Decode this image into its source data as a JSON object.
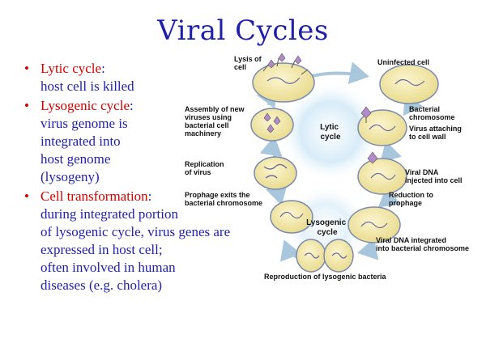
{
  "title": "Viral Cycles",
  "bullets": [
    {
      "head": "Lytic cycle",
      "tail": ":",
      "lines": [
        "host cell is killed"
      ]
    },
    {
      "head": "Lysogenic cycle",
      "tail": ":",
      "lines": [
        "virus genome is",
        "integrated into",
        "host genome",
        "(lysogeny)"
      ]
    },
    {
      "head": "Cell transformation",
      "tail": ":",
      "lines": [
        "during integrated portion",
        "of lysogenic cycle, virus genes are",
        "expressed in host cell;",
        "often involved in human",
        "diseases (e.g. cholera)"
      ]
    }
  ],
  "diagram": {
    "labels": {
      "lysis": [
        "Lysis of",
        "cell"
      ],
      "uninfected": [
        "Uninfected cell"
      ],
      "assembly": [
        "Assembly of new",
        "viruses using",
        "bacterial cell",
        "machinery"
      ],
      "bacterial_chromosome": [
        "Bacterial",
        "chromosome"
      ],
      "virus_attaching": [
        "Virus attaching",
        "to cell wall"
      ],
      "replication": [
        "Replication",
        "of virus"
      ],
      "viral_dna_injected": [
        "Viral DNA",
        "injected into cell"
      ],
      "prophage_exits": [
        "Prophage exits the",
        "bacterial chromosome"
      ],
      "reduction": [
        "Reduction to",
        "prophage"
      ],
      "viral_dna_integrated": [
        "Viral DNA integrated",
        "into bacterial chromosome"
      ],
      "reproduction": [
        "Reproduction of lysogenic bacteria"
      ]
    },
    "lytic_center": [
      "Lytic",
      "cycle"
    ],
    "lysogenic_center": [
      "Lysogenic",
      "cycle"
    ]
  },
  "colors": {
    "title": "#1f1fa8",
    "bullet_head": "#d40000",
    "cell_fill": "#f2e6a0",
    "cell_stroke": "#7a8ab0",
    "center_glow": "#cfe8f7"
  }
}
